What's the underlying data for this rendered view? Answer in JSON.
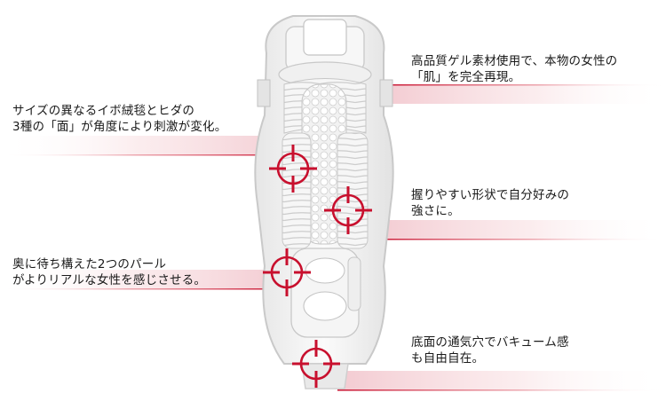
{
  "colors": {
    "accent": "#c8102e",
    "text": "#1a1a1a",
    "body_outline": "#c9c9c9",
    "body_fill": "#f4f4f4"
  },
  "captions": {
    "skin": {
      "line1": "高品質ゲル素材使用で、本物の女性の",
      "line2": "「肌」を完全再現。"
    },
    "face": {
      "line1": "サイズの異なるイボ絨毯とヒダの",
      "line2": "3種の「面」が角度により刺激が変化。"
    },
    "grip": {
      "line1": "握りやすい形状で自分好みの",
      "line2": "強さに。"
    },
    "pearl": {
      "line1": "奥に待ち構えた2つのパール",
      "line2": "がよりリアルな女性を感じさせる。"
    },
    "base": {
      "line1": "底面の通気穴でバキューム感",
      "line2": "も自由自在。"
    }
  },
  "markers": [
    {
      "id": "face",
      "icon": "crosshair-icon"
    },
    {
      "id": "grip",
      "icon": "crosshair-icon"
    },
    {
      "id": "pearl",
      "icon": "crosshair-icon"
    },
    {
      "id": "base",
      "icon": "crosshair-icon"
    }
  ]
}
